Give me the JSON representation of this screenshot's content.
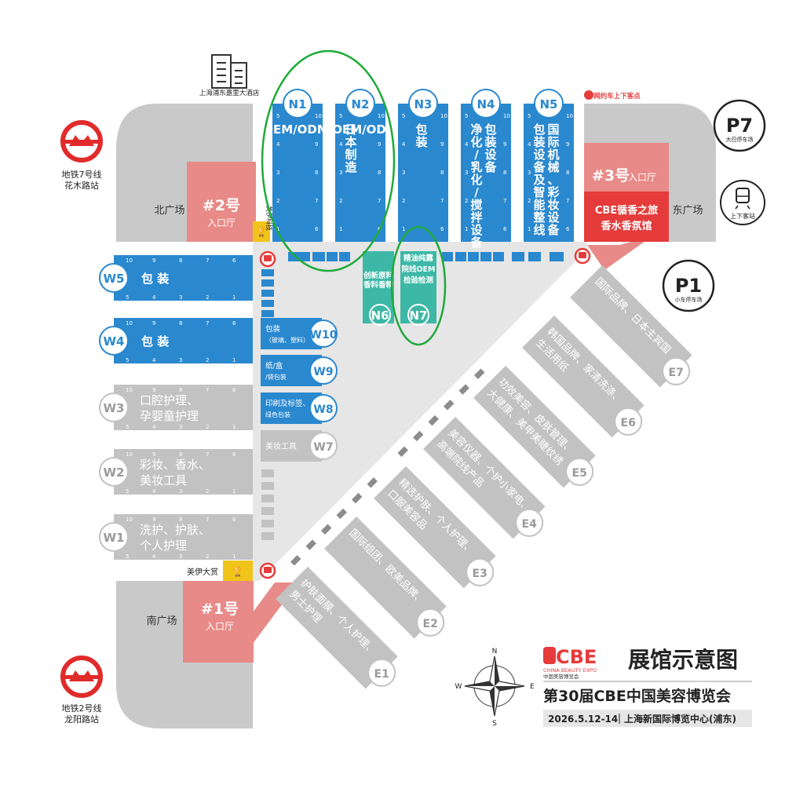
{
  "colors": {
    "blue": "#2a88cf",
    "teal": "#3db8a6",
    "gray_hall": "#c2c2c2",
    "gray_plaza": "#c9c9c9",
    "floor": "#e6e6e6",
    "entrance": "#e88a87",
    "red": "#e53b3b",
    "yellow": "#f0c419",
    "highlight": "#1faa3a",
    "metro_red": "#e12b2b",
    "dark": "#222222"
  },
  "hotel": {
    "label": "上海浦东嘉里大酒店",
    "icon": "building-icon"
  },
  "metro": [
    {
      "line": "地铁7号线",
      "station": "花木路站",
      "icon": "metro-icon"
    },
    {
      "line": "地铁2号线",
      "station": "龙阳路站",
      "icon": "metro-icon"
    }
  ],
  "parking": [
    {
      "code": "P7",
      "label": "大巴停车场"
    },
    {
      "code": "P1",
      "label": "小车停车场"
    }
  ],
  "passenger": {
    "label": "上下客站",
    "icon": "train-icon"
  },
  "rideshare": {
    "label": "网约车上下客点",
    "icon": "car-icon"
  },
  "plazas": {
    "north": "北广场",
    "east": "东广场",
    "south": "南广场"
  },
  "entrances": [
    {
      "num": "#2号",
      "sub": "入口厅"
    },
    {
      "num": "#3号",
      "sub": "入口厅"
    },
    {
      "num": "#1号",
      "sub": "入口厅"
    }
  ],
  "pavilion": {
    "line1": "CBE循香之旅",
    "line2": "香水香氛馆"
  },
  "awards": [
    {
      "label": "美伊科技"
    },
    {
      "label": "美伊大赏"
    }
  ],
  "north_halls": [
    {
      "id": "N1",
      "text": "OEM/ODM"
    },
    {
      "id": "N2",
      "text": "OEM/ODM 日本制造"
    },
    {
      "id": "N3",
      "text": "包装"
    },
    {
      "id": "N4",
      "text": "包装设备 净化/乳化/搅拌设备"
    },
    {
      "id": "N5",
      "text": "国际机械、彩妆设备 包装设备及智能整线"
    }
  ],
  "n_small": [
    {
      "id": "N6",
      "line1": "创新原料",
      "line2": "香料香精"
    },
    {
      "id": "N7",
      "line1": "精油纯露",
      "line2": "院线OEM",
      "line3": "检验检测"
    }
  ],
  "west_halls": [
    {
      "id": "W5",
      "line1": "包 装",
      "line2": "",
      "style": "blue"
    },
    {
      "id": "W4",
      "line1": "包 装",
      "line2": "",
      "style": "blue"
    },
    {
      "id": "W3",
      "line1": "口腔护理、",
      "line2": "孕婴童护理",
      "style": "gray"
    },
    {
      "id": "W2",
      "line1": "彩妆、香水、",
      "line2": "美妆工具",
      "style": "gray"
    },
    {
      "id": "W1",
      "line1": "洗护、护肤、",
      "line2": "个人护理",
      "style": "gray"
    }
  ],
  "w_small": [
    {
      "id": "W10",
      "line1": "包装",
      "line2": "（玻璃、塑料）",
      "style": "blue"
    },
    {
      "id": "W9",
      "line1": "纸/盒",
      "line2": "/袋包装",
      "style": "blue"
    },
    {
      "id": "W8",
      "line1": "印刷及标签、",
      "line2": "绿色包装",
      "style": "blue"
    },
    {
      "id": "W7",
      "line1": "美妆工具",
      "line2": "",
      "style": "gray"
    }
  ],
  "east_halls": [
    {
      "id": "E7",
      "line1": "国际品牌、日本主宾国",
      "line2": ""
    },
    {
      "id": "E6",
      "line1": "韩国品牌、家清洗涤、",
      "line2": "生活用纸"
    },
    {
      "id": "E5",
      "line1": "功效美容、皮肤管理、",
      "line2": "大健康、美甲美睫纹绣"
    },
    {
      "id": "E4",
      "line1": "美容仪器、个护小家电、",
      "line2": "高端院线产品"
    },
    {
      "id": "E3",
      "line1": "精选护肤、个人护理、",
      "line2": "口服美容品"
    },
    {
      "id": "E2",
      "line1": "国际组团、欧美品牌、",
      "line2": ""
    },
    {
      "id": "E1",
      "line1": "护肤面膜、个人护理、",
      "line2": "男士护理"
    }
  ],
  "legend": {
    "brand": "CBE",
    "brand_en": "CHINA BEAUTY EXPO",
    "brand_cn": "中国美容博览会",
    "title": "展馆示意图",
    "subtitle": "第30届CBE中国美容博览会",
    "date": "2026.5.12-14",
    "venue": "上海新国际博览中心(浦东)"
  },
  "compass": {
    "n": "N",
    "s": "S",
    "e": "E",
    "w": "W"
  }
}
